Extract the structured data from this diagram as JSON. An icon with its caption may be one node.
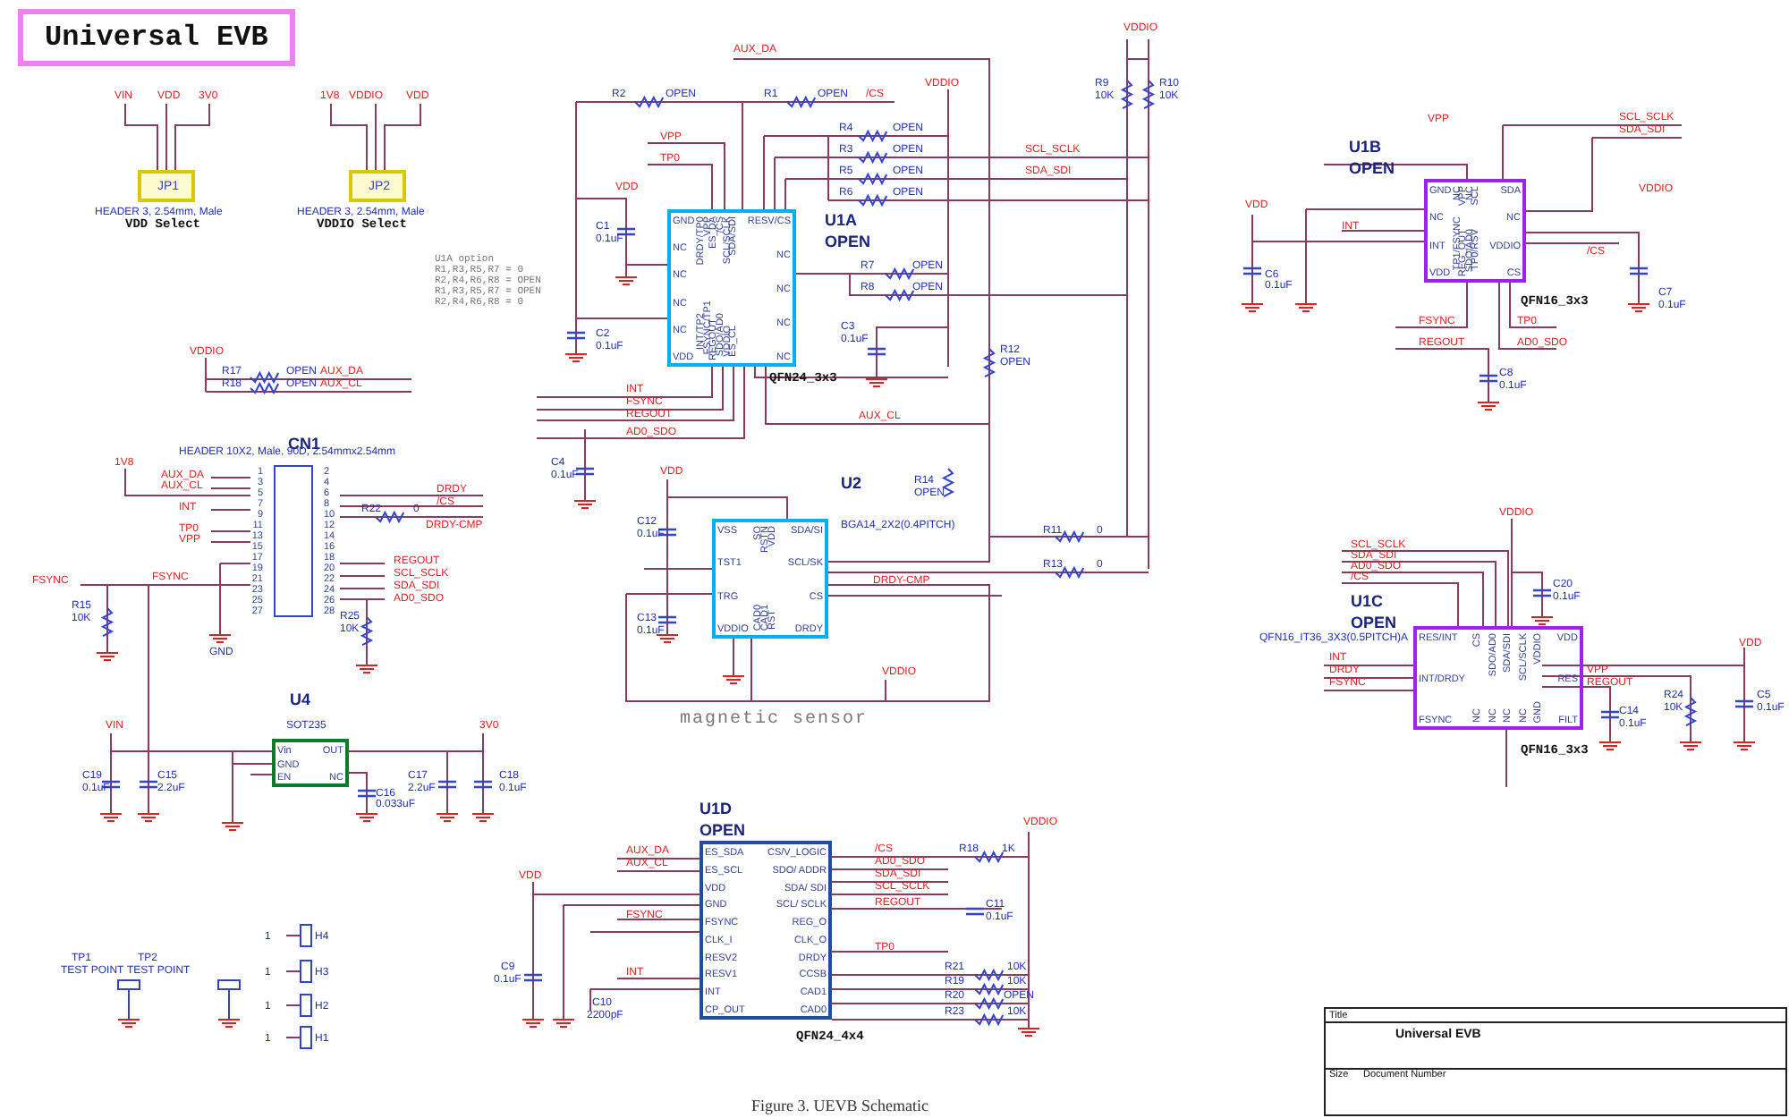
{
  "diagram": {
    "title": "Universal EVB",
    "caption": "Figure 3. UEVB Schematic",
    "nodes": [
      {
        "text": [
          "JP1"
        ],
        "beside": [
          "HEADER 3, 2.54mm, Male",
          "VDD Select"
        ]
      },
      {
        "text": [
          "JP2"
        ],
        "beside": [
          "HEADER 3, 2.54mm, Male",
          "VDDIO Select"
        ]
      },
      {
        "text": [
          "CN1",
          "HEADER 10X2, Male, 90D, 2.54mmx2.54mm",
          "1",
          "2",
          "3",
          "4",
          "5",
          "6",
          "7",
          "8",
          "9",
          "10",
          "11",
          "12",
          "13",
          "14",
          "15",
          "16",
          "17",
          "18",
          "19",
          "20",
          "21",
          "22",
          "23",
          "24",
          "25",
          "26",
          "27",
          "28"
        ]
      },
      {
        "text": [
          "U1A",
          "OPEN",
          "GND",
          "NC",
          "NC",
          "NC",
          "NC",
          "VDD",
          "RESV/CS",
          "NC",
          "NC",
          "NC",
          "NC",
          "DRDY/TP0",
          "VPP",
          "ES_DA",
          "/CS",
          "SCL/SCLK",
          "SDA/SDI",
          "INT/TP2",
          "FSYNC/TP1",
          "REGOUT",
          "SDO/AD0",
          "VDDIO",
          "ES_CL"
        ],
        "beside": [
          "QFN24_3x3"
        ]
      },
      {
        "text": [
          "U2",
          "VSS",
          "TST1",
          "TRG",
          "VDDIO",
          "SDA/SI",
          "SCL/SK",
          "CS",
          "DRDY",
          "SO",
          "RSTN",
          "VDD",
          "CAD0",
          "CAD1",
          "RST"
        ],
        "beside": [
          "BGA14_2X2(0.4PITCH)"
        ]
      },
      {
        "text": [
          "U4",
          "Vin",
          "GND",
          "EN",
          "OUT",
          "NC"
        ],
        "beside": [
          "SOT235"
        ]
      },
      {
        "text": [
          "U1B",
          "OPEN",
          "GND",
          "NC",
          "INT",
          "VDD",
          "SDA",
          "NC",
          "VDDIO",
          "CS",
          "NC",
          "VPP",
          "NC",
          "SCL",
          "TP1/FSYNC",
          "REG_OUT",
          "SDO/AD0",
          "TP0/RSV"
        ],
        "beside": [
          "QFN16_3x3"
        ]
      },
      {
        "text": [
          "U1C",
          "OPEN",
          "QFN16_IT36_3X3(0.5PITCH)A",
          "RES/INT",
          "INT/DRDY",
          "FSYNC",
          "VDD",
          "RES",
          "FILT",
          "CS",
          "SDO/AD0",
          "SDA/SDI",
          "SCL/SCLK",
          "VDDIO",
          "NC",
          "NC",
          "NC",
          "NC",
          "GND"
        ],
        "beside": [
          "QFN16_3x3"
        ]
      },
      {
        "text": [
          "U1D",
          "OPEN",
          "ES_SDA",
          "ES_SCL",
          "VDD",
          "GND",
          "FSYNC",
          "CLK_I",
          "RESV2",
          "RESV1",
          "INT",
          "CP_OUT",
          "CS/V_LOGIC",
          "SDO/ ADDR",
          "SDA/ SDI",
          "SCL/ SCLK",
          "REG_O",
          "CLK_O",
          "DRDY",
          "CCSB",
          "CAD1",
          "CAD0"
        ],
        "beside": [
          "QFN24_4x4"
        ]
      },
      {
        "text": [
          "Title",
          "Universal EVB",
          "Size",
          "Document Number"
        ]
      }
    ],
    "labels": [
      "VIN",
      "VDD",
      "3V0",
      "1V8",
      "VDDIO",
      "VDD",
      "U1A option",
      "R1,R3,R5,R7 = 0",
      "R2,R4,R6,R8 = OPEN",
      "R1,R3,R5,R7 = OPEN",
      "R2,R4,R6,R8 = 0",
      "VDDIO",
      "R17",
      "R18",
      "OPEN",
      "OPEN",
      "AUX_DA",
      "AUX_CL",
      "1V8",
      "AUX_DA",
      "AUX_CL",
      "INT",
      "TP0",
      "VPP",
      "R22",
      "0",
      "DRDY",
      "/CS",
      "DRDY-CMP",
      "REGOUT",
      "SCL_SCLK",
      "SDA_SDI",
      "AD0_SDO",
      "FSYNC",
      "FSYNC",
      "R15",
      "10K",
      "R25",
      "10K",
      "GND",
      "VIN",
      "3V0",
      "C19",
      "0.1uF",
      "C15",
      "2.2uF",
      "C16",
      "0.033uF",
      "C17",
      "2.2uF",
      "C18",
      "0.1uF",
      "TP1",
      "TEST POINT",
      "TP2",
      "TEST POINT",
      "1",
      "H4",
      "1",
      "H3",
      "1",
      "H2",
      "1",
      "H1",
      "AUX_DA",
      "AUX_CL",
      "VDD",
      "FSYNC",
      "INT",
      "C9",
      "0.1uF",
      "C10",
      "2200pF",
      "/CS",
      "AD0_SDO",
      "SDA_SDI",
      "SCL_SCLK",
      "REGOUT",
      "C11",
      "0.1uF",
      "TP0",
      "VDDIO",
      "R18",
      "1K",
      "R21",
      "10K",
      "R19",
      "10K",
      "R20",
      "OPEN",
      "R23",
      "10K",
      "AUX_DA",
      "R2",
      "OPEN",
      "R1",
      "OPEN",
      "/CS",
      "VDDIO",
      "R4",
      "OPEN",
      "R3",
      "OPEN",
      "R5",
      "OPEN",
      "R6",
      "OPEN",
      "VPP",
      "TP0",
      "VDD",
      "C1",
      "0.1uF",
      "C2",
      "0.1uF",
      "R7",
      "OPEN",
      "R8",
      "OPEN",
      "C3",
      "0.1uF",
      "SCL_SCLK",
      "SDA_SDI",
      "VDDIO",
      "R9",
      "10K",
      "R10",
      "10K",
      "R12",
      "OPEN",
      "INT",
      "FSYNC",
      "REGOUT",
      "AD0_SDO",
      "AUX_CL",
      "C4",
      "0.1uF",
      "VDD",
      "C12",
      "0.1uF",
      "C13",
      "0.1uF",
      "R14",
      "OPEN",
      "R11",
      "0",
      "R13",
      "0",
      "DRDY-CMP",
      "VDDIO",
      "magnetic sensor",
      "VPP",
      "SCL_SCLK",
      "SDA_SDI",
      "VDD",
      "INT",
      "VDDIO",
      "/CS",
      "C6",
      "0.1uF",
      "C7",
      "0.1uF",
      "FSYNC",
      "TP0",
      "REGOUT",
      "AD0_SDO",
      "C8",
      "0.1uF",
      "VDDIO",
      "SCL_SCLK",
      "SDA_SDI",
      "AD0_SDO",
      "/CS",
      "C20",
      "0.1uF",
      "INT",
      "DRDY",
      "FSYNC",
      "VPP",
      "REGOUT",
      "VDD",
      "R24",
      "10K",
      "C5",
      "0.1uF",
      "C14",
      "0.1uF"
    ]
  }
}
